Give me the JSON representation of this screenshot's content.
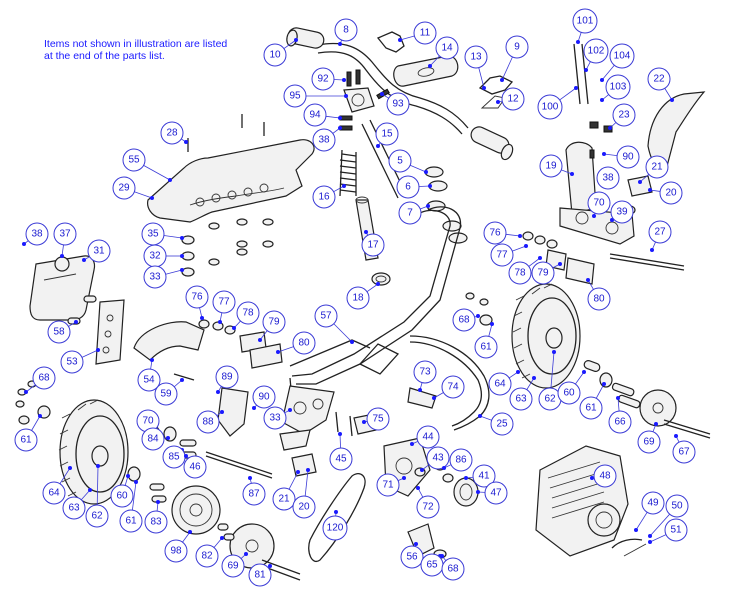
{
  "note": {
    "line1": "Items not shown in illustration are listed",
    "line2": "at the end of the parts list."
  },
  "accent_color": "#1a1ad0",
  "callouts": [
    {
      "label": "101"
    },
    {
      "label": "8"
    },
    {
      "label": "11"
    },
    {
      "label": "10"
    },
    {
      "label": "14"
    },
    {
      "label": "13"
    },
    {
      "label": "9"
    },
    {
      "label": "102"
    },
    {
      "label": "104"
    },
    {
      "label": "92"
    },
    {
      "label": "95"
    },
    {
      "label": "93"
    },
    {
      "label": "12"
    },
    {
      "label": "100"
    },
    {
      "label": "103"
    },
    {
      "label": "22"
    },
    {
      "label": "94"
    },
    {
      "label": "28"
    },
    {
      "label": "38"
    },
    {
      "label": "15"
    },
    {
      "label": "23"
    },
    {
      "label": "55"
    },
    {
      "label": "90"
    },
    {
      "label": "5"
    },
    {
      "label": "19"
    },
    {
      "label": "21"
    },
    {
      "label": "6"
    },
    {
      "label": "38"
    },
    {
      "label": "29"
    },
    {
      "label": "16"
    },
    {
      "label": "20"
    },
    {
      "label": "7"
    },
    {
      "label": "70"
    },
    {
      "label": "39"
    },
    {
      "label": "38"
    },
    {
      "label": "37"
    },
    {
      "label": "31"
    },
    {
      "label": "35"
    },
    {
      "label": "17"
    },
    {
      "label": "76"
    },
    {
      "label": "27"
    },
    {
      "label": "32"
    },
    {
      "label": "77"
    },
    {
      "label": "78"
    },
    {
      "label": "79"
    },
    {
      "label": "33"
    },
    {
      "label": "18"
    },
    {
      "label": "80"
    },
    {
      "label": "76"
    },
    {
      "label": "77"
    },
    {
      "label": "78"
    },
    {
      "label": "57"
    },
    {
      "label": "68"
    },
    {
      "label": "58"
    },
    {
      "label": "79"
    },
    {
      "label": "61"
    },
    {
      "label": "80"
    },
    {
      "label": "53"
    },
    {
      "label": "54"
    },
    {
      "label": "64"
    },
    {
      "label": "73"
    },
    {
      "label": "59"
    },
    {
      "label": "89"
    },
    {
      "label": "74"
    },
    {
      "label": "63"
    },
    {
      "label": "62"
    },
    {
      "label": "60"
    },
    {
      "label": "68"
    },
    {
      "label": "61"
    },
    {
      "label": "90"
    },
    {
      "label": "66"
    },
    {
      "label": "88"
    },
    {
      "label": "75"
    },
    {
      "label": "33"
    },
    {
      "label": "25"
    },
    {
      "label": "70"
    },
    {
      "label": "61"
    },
    {
      "label": "84"
    },
    {
      "label": "44"
    },
    {
      "label": "69"
    },
    {
      "label": "67"
    },
    {
      "label": "43"
    },
    {
      "label": "85"
    },
    {
      "label": "86"
    },
    {
      "label": "45"
    },
    {
      "label": "41"
    },
    {
      "label": "46"
    },
    {
      "label": "48"
    },
    {
      "label": "71"
    },
    {
      "label": "47"
    },
    {
      "label": "64"
    },
    {
      "label": "60"
    },
    {
      "label": "87"
    },
    {
      "label": "21"
    },
    {
      "label": "20"
    },
    {
      "label": "72"
    },
    {
      "label": "63"
    },
    {
      "label": "62"
    },
    {
      "label": "61"
    },
    {
      "label": "83"
    },
    {
      "label": "49"
    },
    {
      "label": "50"
    },
    {
      "label": "51"
    },
    {
      "label": "120"
    },
    {
      "label": "98"
    },
    {
      "label": "82"
    },
    {
      "label": "56"
    },
    {
      "label": "69"
    },
    {
      "label": "65"
    },
    {
      "label": "68"
    },
    {
      "label": "81"
    }
  ]
}
